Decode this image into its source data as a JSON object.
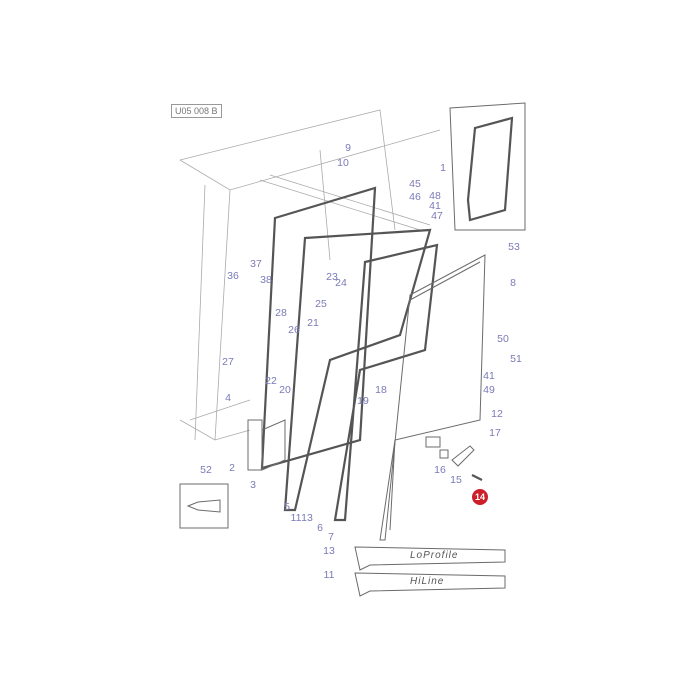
{
  "diagram": {
    "reference_code": "U05 008 B",
    "highlighted_part": "14",
    "highlight_color": "#cc1f2a",
    "label_color": "#7a7ab8",
    "part_labels": [
      "9",
      "10",
      "45",
      "46",
      "48",
      "41",
      "47",
      "53",
      "1",
      "8",
      "37",
      "36",
      "38",
      "23",
      "24",
      "25",
      "28",
      "26",
      "21",
      "27",
      "22",
      "20",
      "4",
      "18",
      "19",
      "50",
      "51",
      "41",
      "49",
      "12",
      "17",
      "16",
      "15",
      "52",
      "2",
      "3",
      "5",
      "11",
      "13",
      "6",
      "7",
      "13",
      "11"
    ],
    "trim_strips": [
      {
        "label": "13",
        "text": "LoProfile"
      },
      {
        "label": "11",
        "text": "HiLine"
      }
    ]
  }
}
